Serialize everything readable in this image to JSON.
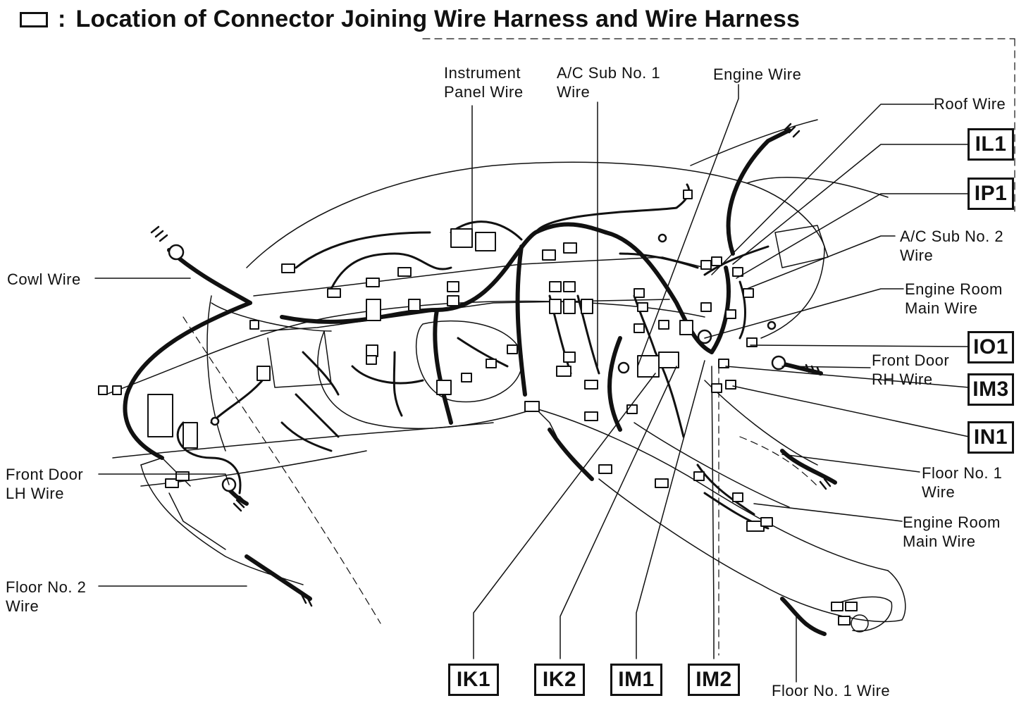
{
  "title": "Location of Connector Joining Wire Harness and Wire Harness",
  "title_separator": ":",
  "labels": {
    "instrument_panel_wire": [
      "Instrument",
      "Panel Wire"
    ],
    "ac_sub_1_wire": [
      "A/C Sub No. 1",
      "Wire"
    ],
    "engine_wire": "Engine Wire",
    "roof_wire": "Roof Wire",
    "ac_sub_2_wire": [
      "A/C Sub No. 2",
      "Wire"
    ],
    "engine_room_main_wire_upper": [
      "Engine Room",
      "Main Wire"
    ],
    "front_door_rh_wire": [
      "Front Door",
      "RH Wire"
    ],
    "floor_no1_wire_right": [
      "Floor No. 1",
      "Wire"
    ],
    "engine_room_main_wire_lower": [
      "Engine Room",
      "Main Wire"
    ],
    "floor_no1_wire_bottom": "Floor No. 1 Wire",
    "cowl_wire": "Cowl Wire",
    "front_door_lh_wire": [
      "Front Door",
      "LH Wire"
    ],
    "floor_no2_wire": [
      "Floor No. 2",
      "Wire"
    ]
  },
  "connector_codes": {
    "il1": "IL1",
    "ip1": "IP1",
    "io1": "IO1",
    "im3": "IM3",
    "in1": "IN1",
    "ik1": "IK1",
    "ik2": "IK2",
    "im1": "IM1",
    "im2": "IM2"
  },
  "colors": {
    "ink": "#111111",
    "background": "#ffffff"
  }
}
